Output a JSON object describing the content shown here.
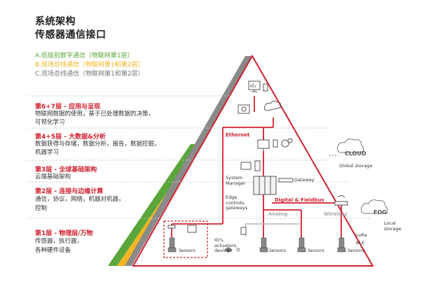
{
  "header": {
    "title_line1": "系统架构",
    "title_line2": "传感器通信接口"
  },
  "legend": [
    {
      "text": "A.低级别数字通信（物联网第1层）",
      "color": "#5aa63a"
    },
    {
      "text": "B.现场总线通信（物联网第1和第2层）",
      "color": "#f3b522"
    },
    {
      "text": "C.现场总线通信（物联网第1和第2层）",
      "color": "#777777"
    }
  ],
  "layers": [
    {
      "heading": "第6+7层 - 应用与呈现",
      "lines": [
        "物联网数据的使用，基于已处理数据的决策，",
        "可视化学习"
      ]
    },
    {
      "heading": "第4+5层 - 大数据&分析",
      "lines": [
        "数据获得与存储，数据分析，报告，数据挖掘，",
        "机器学习"
      ]
    },
    {
      "heading": "第3层 - 全球基础架构",
      "lines": [
        "云端基础架构"
      ]
    },
    {
      "heading": "第2层 - 连接与边缘计算",
      "lines": [
        "通信，协议，网络，机器对机器，",
        "控制"
      ]
    },
    {
      "heading": "第1层 - 物理层/万物",
      "lines": [
        "传感器，执行器，",
        "各种硬件设备"
      ]
    }
  ],
  "diagram": {
    "ethernet": "Ethernet",
    "cloud": "CLOUD",
    "global_storage": "Global storage",
    "system_manager": "System Manager",
    "gateway": "Gateway",
    "edge": "Edge controls, gateways",
    "digital_fieldbus": "Digital & Fieldbus",
    "analog": "Analog",
    "wireless": "Wireless",
    "fog": "FOG",
    "local_storage": "Local storage",
    "ios": "IO's, actuators, devices",
    "lora": "LoRa",
    "ble": "BLE",
    "sensors": "Sensors"
  },
  "colors": {
    "accent": "#d0202e",
    "green": "#5aa63a",
    "yellow": "#f3b522",
    "gray": "#777777"
  }
}
